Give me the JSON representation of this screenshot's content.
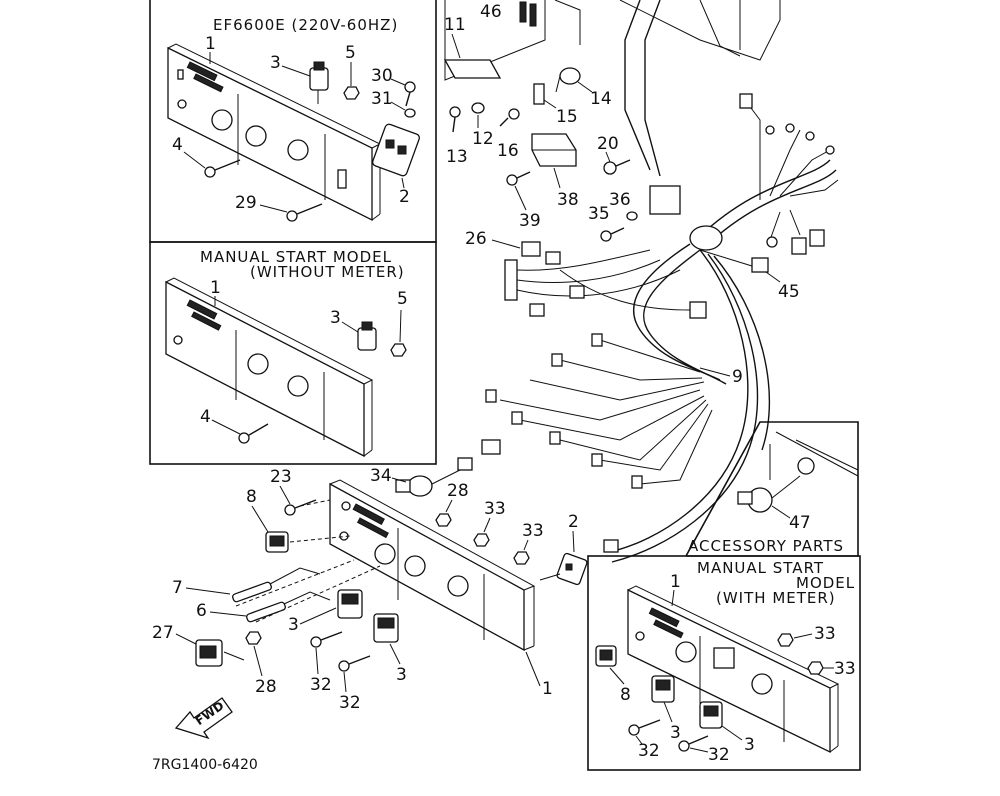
{
  "title_box_main": "EF6600E (220V-60HZ)",
  "title_box_manual_no_meter": [
    "MANUAL  START  MODEL",
    "(WITHOUT  METER)"
  ],
  "title_box_accessory": "ACCESSORY PARTS",
  "title_box_manual_meter": [
    "MANUAL  START",
    "MODEL",
    "(WITH METER)"
  ],
  "fwd_label": "FWD",
  "diagram_code": "7RG1400-6420",
  "callouts": {
    "c46": "46",
    "c11": "11",
    "c14": "14",
    "c15": "15",
    "c12": "12",
    "c13": "13",
    "c16": "16",
    "c20": "20",
    "c36": "36",
    "c35": "35",
    "c38": "38",
    "c39": "39",
    "c26": "26",
    "c45": "45",
    "c9": "9",
    "c34": "34",
    "c28a": "28",
    "c33a": "33",
    "c33b": "33",
    "c2b": "2",
    "c23": "23",
    "c8a": "8",
    "c7": "7",
    "c6": "6",
    "c3a": "3",
    "c3b": "3",
    "c27": "27",
    "c28b": "28",
    "c32a": "32",
    "c32b": "32",
    "c1c": "1",
    "c47": "47",
    "p1_1": "1",
    "p1_5": "5",
    "p1_3": "3",
    "p1_30": "30",
    "p1_31": "31",
    "p1_4": "4",
    "p1_29": "29",
    "p1_2": "2",
    "p2_1": "1",
    "p2_3": "3",
    "p2_5": "5",
    "p2_4": "4",
    "p4_1": "1",
    "p4_33a": "33",
    "p4_33b": "33",
    "p4_8": "8",
    "p4_3a": "3",
    "p4_3b": "3",
    "p4_32a": "32",
    "p4_32b": "32"
  }
}
